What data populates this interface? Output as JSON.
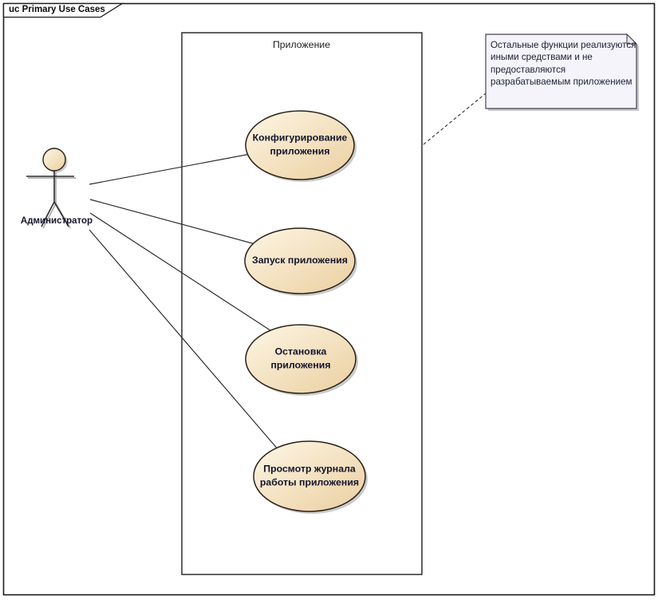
{
  "frame": {
    "title": "uc Primary Use Cases"
  },
  "system_boundary": {
    "label": "Приложение"
  },
  "actor": {
    "name": "Администратор"
  },
  "use_cases": [
    {
      "label": "Конфигурирование\nприложения"
    },
    {
      "label": "Запуск приложения"
    },
    {
      "label": "Остановка\nприложения"
    },
    {
      "label": "Просмотр журнала\nработы приложения"
    }
  ],
  "note": {
    "text": "Остальные функции реализуются\nиными средствами и не\nпредоставляются\nразрабатываемым приложением"
  },
  "colors": {
    "ellipse_gradient_start": "#FDF6E5",
    "ellipse_gradient_end": "#EBCFA0",
    "element_stroke": "#2a2118",
    "note_fill": "#F5F4FB",
    "note_fold_fill": "#E8E6F0",
    "note_stroke": "#474552",
    "label_text": "#14142B",
    "shadow": "#B3B3B3"
  }
}
